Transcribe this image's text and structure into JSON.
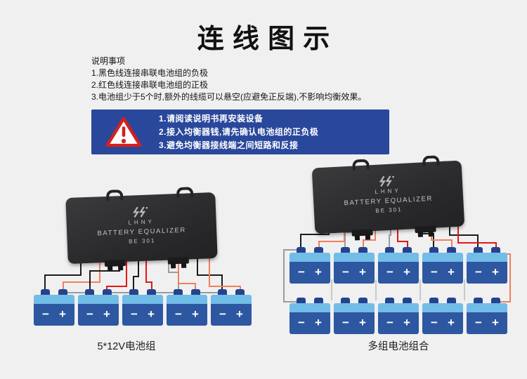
{
  "page": {
    "title": "连线图示"
  },
  "notes": {
    "heading": "说明事项",
    "items": [
      "1.黑色线连接串联电池组的负极",
      "2.红色线连接串联电池组的正极",
      "3.电池组少于5个时,额外的线缆可以悬空(应避免正反端),不影响均衡效果。"
    ]
  },
  "warning": {
    "icon": "warning-triangle-icon",
    "lines": [
      "1.请阅读说明书再安装设备",
      "2.接入均衡器钱,请先确认电池组的正负极",
      "3.避免均衡器接线端之间短路和反接"
    ]
  },
  "equalizer": {
    "logo_icon": "brand-lightning-icon",
    "brand": "LHNY",
    "product": "BATTERY EQUALIZER",
    "model": "BE 301"
  },
  "battery": {
    "minus": "−",
    "plus": "+"
  },
  "captions": {
    "left": "5*12V电池组",
    "right": "多组电池组合"
  },
  "colors": {
    "background": "#f0f0f1",
    "title_text": "#111111",
    "warning_bg": "#29479b",
    "warning_text": "#ffffff",
    "alert_red": "#d42020",
    "equalizer_body": "#2e2e30",
    "equalizer_text": "#c6c6c8",
    "battery_body": "#2d57a0",
    "battery_band": "#72bce8",
    "battery_post": "#24438f",
    "wire_black": "#1c1c1c",
    "wire_red": "#e01818",
    "wire_orange": "#f0805a",
    "wire_gray": "#9b9b9b",
    "wire_light": "#c9c9c9"
  }
}
